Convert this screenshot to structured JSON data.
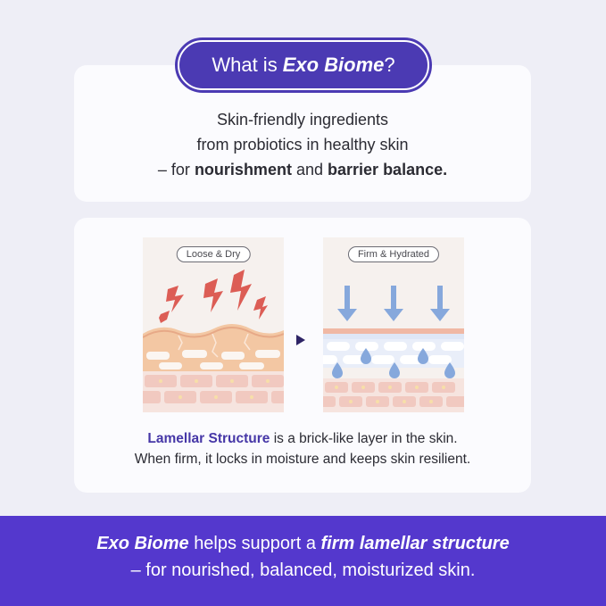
{
  "header": {
    "title_prefix": "What is",
    "title_brand": "Exo Biome",
    "title_suffix": "?"
  },
  "intro": {
    "line1": "Skin-friendly ingredients",
    "line2": "from probiotics in healthy skin",
    "line3_prefix": "– for",
    "line3_bold1": "nourishment",
    "line3_mid": "and",
    "line3_bold2": "barrier balance."
  },
  "diagrams": {
    "left_label": "Loose & Dry",
    "right_label": "Firm & Hydrated"
  },
  "caption": {
    "highlight": "Lamellar Structure",
    "line1_rest": "is a brick-like layer in the skin.",
    "line2": "When firm, it locks in moisture and keeps skin resilient."
  },
  "banner": {
    "brand": "Exo Biome",
    "line1_mid": "helps support a",
    "line1_emph": "firm lamellar structure",
    "line2": "– for nourished, balanced, moisturized skin."
  },
  "colors": {
    "brand_purple": "#4b3ab3",
    "banner_purple": "#5438cd",
    "background": "#eeeef6",
    "card": "#fbfbfe",
    "skin_peach": "#f3c7a3",
    "brick": "#f1c9c0",
    "water_blue": "#86a8dc",
    "zap_red": "#dc5d55"
  }
}
